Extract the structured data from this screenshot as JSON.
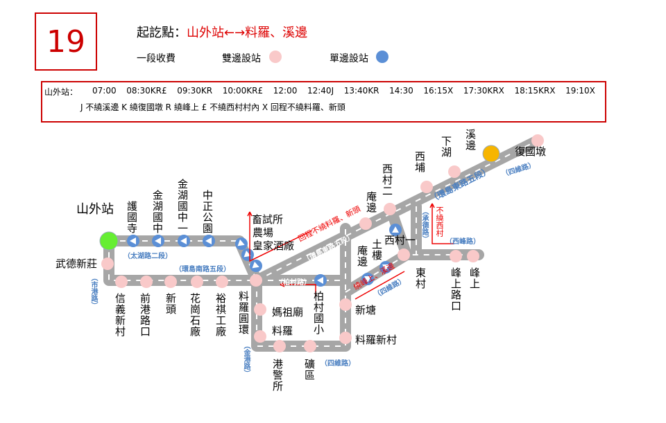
{
  "route_number": "19",
  "header": {
    "label": "起訖點：",
    "route": "山外站←→料羅、溪邊"
  },
  "legend": {
    "fare": "一段收費",
    "both_sides": "雙邊設站",
    "one_side": "單邊設站",
    "colors": {
      "both": "#f9c9c9",
      "one": "#5b8fd6",
      "start": "#66ee33",
      "end": "#f7b500"
    }
  },
  "schedule": {
    "label": "山外站：",
    "times": [
      "07:00",
      "08:30KR£",
      "09:30KR",
      "10:00KR£",
      "12:00",
      "12:40J",
      "13:40KR",
      "14:30",
      "16:15X",
      "17:30KRX",
      "18:15KRX",
      "19:10X"
    ],
    "notes": "J 不繞溪邊 K 繞復國墩  R 繞峰上  £ 不繞西村村內  X 回程不繞料羅、新頭"
  },
  "stations": {
    "shanwai": "山外站",
    "huguosi": "護國寺",
    "jinhu_jh": "金湖國中",
    "jinhu_jh1": "金湖國中一",
    "zhongzheng": "中正公園",
    "wude": "武德新莊",
    "xinyi": "信義新村",
    "qiangang": "前港路口",
    "xintou": "新頭",
    "huagang": "花崗石廠",
    "yuqi": "裕祺工廠",
    "liaoluo_circle": "料羅圓環",
    "xusuo": "畜試所",
    "nongchang": "農場",
    "huangjia": "皇家酒廠",
    "mazu": "媽祖廟",
    "liaoluo": "料羅",
    "gangjing": "港警所",
    "kuangqu": "礦區",
    "baicun": "柏村國小",
    "xintang": "新塘",
    "liaoluo_new": "料羅新村",
    "anbian": "庵邊",
    "xicun2": "西村二",
    "xipu": "西埔",
    "xiahu": "下湖",
    "xibian": "溪邊",
    "fuguodun": "復國墩",
    "anbian2": "庵邊",
    "tulou": "土樓",
    "xicun1": "西村一",
    "dongcun": "東村",
    "fengshang_lk": "峰上路口",
    "fengshang": "峰上"
  },
  "roads": {
    "taihu": "（太湖路二段）",
    "huandaonan": "（環島南路五段）",
    "shigang": "（市港路）",
    "jingang": "（金港路）",
    "baicun": "（柏村路）",
    "siwei1": "（四維路）",
    "siwei2": "（四維路）",
    "siwei3": "（四維路）",
    "huandaodong1": "（環島東路五段）",
    "huandaodong2": "（環島東路五段）",
    "chengde": "（承德路）",
    "xifeng": "（西峰路）"
  },
  "notes": {
    "return": "回程不繞料羅、新頭",
    "no_xicun": "不繞西村",
    "via_fengshang": "繞峰上、溪邊"
  }
}
